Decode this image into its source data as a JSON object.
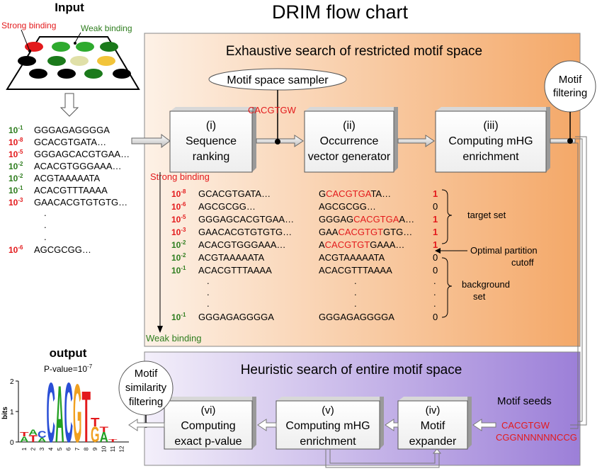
{
  "title": "DRIM flow chart",
  "input": {
    "label": "Input",
    "strong_binding": "Strong binding",
    "weak_binding": "Weak binding",
    "list": [
      {
        "exp": "10",
        "sup": "-1",
        "seq": "GGGAGAGGGGA",
        "color": "green"
      },
      {
        "exp": "10",
        "sup": "-8",
        "seq": "GCACGTGATA…",
        "color": "red"
      },
      {
        "exp": "10",
        "sup": "-5",
        "seq": "GGGAGCACGTGAA…",
        "color": "red"
      },
      {
        "exp": "10",
        "sup": "-2",
        "seq": "ACACGTGGGAAA…",
        "color": "green"
      },
      {
        "exp": "10",
        "sup": "-2",
        "seq": "ACGTAAAAATA",
        "color": "green"
      },
      {
        "exp": "10",
        "sup": "-1",
        "seq": "ACACGTTTAAAA",
        "color": "green"
      },
      {
        "exp": "10",
        "sup": "-3",
        "seq": "GAACACGTGTGTG…",
        "color": "red"
      },
      {
        "exp": "10",
        "sup": "-6",
        "seq": "AGCGCGG…",
        "color": "red"
      }
    ],
    "dots": "."
  },
  "exhaustive": {
    "title": "Exhaustive search of restricted motif space",
    "sampler": "Motif space sampler",
    "motif": "CACGTGW",
    "box_i": [
      "(i)",
      "Sequence",
      "ranking"
    ],
    "box_ii": [
      "(ii)",
      "Occurrence",
      "vector generator"
    ],
    "box_iii": [
      "(iii)",
      "Computing mHG",
      "enrichment"
    ],
    "filtering": [
      "Motif",
      "filtering"
    ],
    "strong_binding": "Strong binding",
    "weak_binding": "Weak binding",
    "rows": [
      {
        "sup": "-8",
        "color": "red",
        "seq": "GCACGTGATA…",
        "occ": [
          [
            "G",
            ""
          ],
          [
            "CACGTGA",
            "red"
          ],
          [
            "TA…",
            ""
          ]
        ],
        "bit": "1"
      },
      {
        "sup": "-6",
        "color": "red",
        "seq": "AGCGCGG…",
        "occ": [
          [
            "AGCGCGG…",
            ""
          ]
        ],
        "bit": "0"
      },
      {
        "sup": "-5",
        "color": "red",
        "seq": "GGGAGCACGTGAA…",
        "occ": [
          [
            "GGGAG",
            ""
          ],
          [
            "CACGTGA",
            "red"
          ],
          [
            "A…",
            ""
          ]
        ],
        "bit": "1"
      },
      {
        "sup": "-3",
        "color": "red",
        "seq": "GAACACGTGTGTG…",
        "occ": [
          [
            "GAA",
            ""
          ],
          [
            "CACGTGT",
            "red"
          ],
          [
            "GTG…",
            ""
          ]
        ],
        "bit": "1"
      },
      {
        "sup": "-2",
        "color": "green",
        "seq": "ACACGTGGGAAA…",
        "occ": [
          [
            "A",
            ""
          ],
          [
            "CACGTGT",
            "red"
          ],
          [
            "GAAA…",
            ""
          ]
        ],
        "bit": "1"
      },
      {
        "sup": "-2",
        "color": "green",
        "seq": "ACGTAAAAATA",
        "occ": [
          [
            "ACGTAAAAATA",
            ""
          ]
        ],
        "bit": "0"
      },
      {
        "sup": "-1",
        "color": "green",
        "seq": "ACACGTTTAAAA",
        "occ": [
          [
            "ACACGTTTAAAA",
            ""
          ]
        ],
        "bit": "0"
      },
      {
        "sup": "-1",
        "color": "green",
        "seq": "GGGAGAGGGGA",
        "occ": [
          [
            "GGGAGAGGGGA",
            ""
          ]
        ],
        "bit": "0"
      }
    ],
    "target_set": "target set",
    "optimal": [
      "Optimal partition",
      "cutoff"
    ],
    "background": [
      "background",
      "set"
    ]
  },
  "heuristic": {
    "title": "Heuristic search of entire motif space",
    "box_iv": [
      "(iv)",
      "Motif",
      "expander"
    ],
    "box_v": [
      "(v)",
      "Computing mHG",
      "enrichment"
    ],
    "box_vi": [
      "(vi)",
      "Computing",
      "exact p-value"
    ],
    "seeds_label": "Motif seeds",
    "seeds": [
      "CACGTGW",
      "CGGNNNNNNCCG"
    ],
    "similarity": [
      "Motif",
      "similarity",
      "filtering"
    ]
  },
  "output": {
    "label": "output",
    "pvalue": "P-value=10",
    "pvalue_sup": "-7",
    "ylabel": "bits",
    "yticks": [
      "2",
      "1",
      "0"
    ],
    "xticks": [
      "1",
      "2",
      "3",
      "4",
      "5",
      "6",
      "7",
      "8",
      "9",
      "10",
      "11",
      "12"
    ]
  },
  "colors": {
    "red": "#e31a1c",
    "green": "#2e7d1e",
    "orange": "#f4a15a",
    "purple": "#9a7fd6"
  }
}
